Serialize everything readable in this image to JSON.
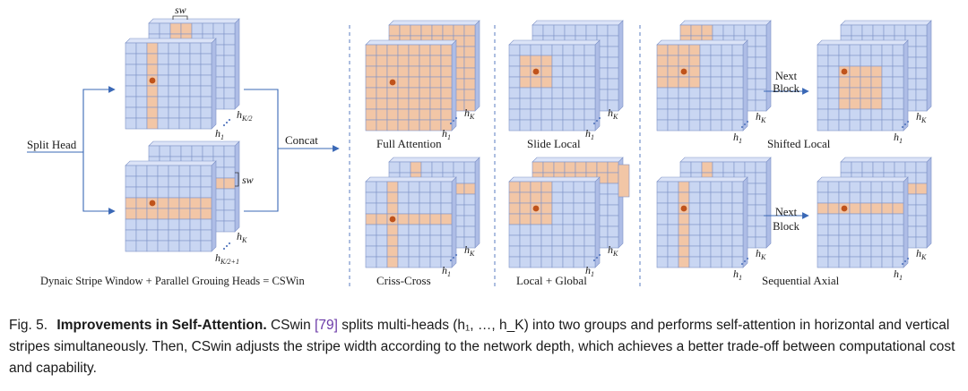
{
  "figure": {
    "left": {
      "split_head": "Split Head",
      "concat": "Concat",
      "sw_top": "sw",
      "sw_side": "sw",
      "h_top_small": "h",
      "h_top_sub": "K/2",
      "h1_top": "h",
      "h1_top_sub": "1",
      "hK_bot": "h",
      "hK_bot_sub": "K",
      "hK2_bot": "h",
      "hK2_bot_sub": "K/2+1",
      "caption": "Dynaic Stripe Window + Parallel Grouing Heads = CSWin"
    },
    "panels": {
      "full_attention": "Full Attention",
      "slide_local": "Slide Local",
      "shifted_local": "Shifted Local",
      "criss_cross": "Criss-Cross",
      "local_global": "Local + Global",
      "sequential_axial": "Sequential Axial",
      "next_block_1": "Next\nBlock",
      "next_block_2": "Next\nBlock",
      "h_k": "h",
      "k_sub": "K",
      "h_1": "h",
      "one_sub": "1"
    }
  },
  "caption": {
    "fig_label": "Fig. 5.",
    "title": "Improvements in Self-Attention.",
    "text_1": " CSwin ",
    "cite": "[79]",
    "text_2": " splits multi-heads (h₁, …, h_K) into two groups and performs self-attention in horizontal and vertical stripes simultaneously. Then, CSwin adjusts the stripe width according to the network depth, which achieves a better trade-off between computational cost and capability."
  },
  "colors": {
    "grid_fill": "#c9d6f2",
    "grid_line": "#7f93c7",
    "highlight": "#f2c6a6",
    "dot": "#c0531b",
    "arrow": "#3a68b6",
    "dashed": "#5b7cc0"
  }
}
